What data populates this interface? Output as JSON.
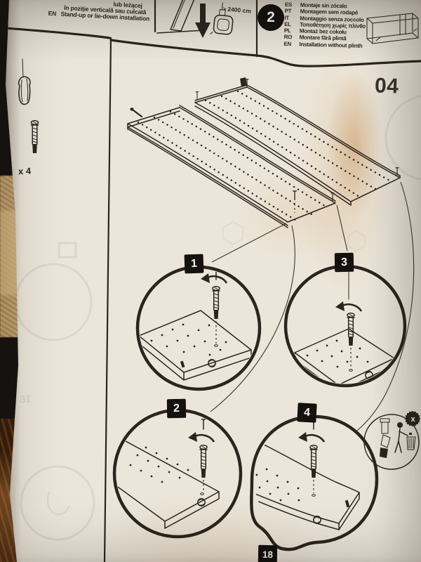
{
  "photo_subject": "furniture assembly instruction sheet photographed on a sofa/table",
  "top_note": {
    "line1_partial": "lub leżącej",
    "line2_partial": "în poziţie verticală sau culcată",
    "line3_code": "EN",
    "line3_text": "Stand-up or lie-down installation"
  },
  "clearance_label": "> 2400 cm",
  "step_header": {
    "step_number": "2",
    "languages": [
      {
        "code": "ES",
        "label": "Montaje sin zócalo"
      },
      {
        "code": "PT",
        "label": "Montagem sem rodapé"
      },
      {
        "code": "IT",
        "label": "Montaggio senza zoccolo"
      },
      {
        "code": "EL",
        "label": "Τοποθέτηση χωρίς πλίνθο"
      },
      {
        "code": "PL",
        "label": "Montaż bez cokołu"
      },
      {
        "code": "RO",
        "label": "Montare fără plintă"
      },
      {
        "code": "EN",
        "label": "Installation without plinth"
      }
    ]
  },
  "tools": {
    "screwdriver_icon": "flat-screwdriver",
    "screw_icon": "lock-screw",
    "quantity_label": "x 4"
  },
  "step_label": "04",
  "detail_circles": {
    "top_left": "1",
    "top_right": "3",
    "bottom_left": "2",
    "bottom_right": "4"
  },
  "discard_note": {
    "badge": "x",
    "icons": "leftover-part, person-with-waste-bin"
  },
  "page_number": "18",
  "ghost_showthrough": {
    "reversed_page_number": "16"
  },
  "colors": {
    "ink": "#2a251e",
    "paper": "#ece6da",
    "stain": "#ba732c",
    "badge_bg": "#14110e"
  }
}
